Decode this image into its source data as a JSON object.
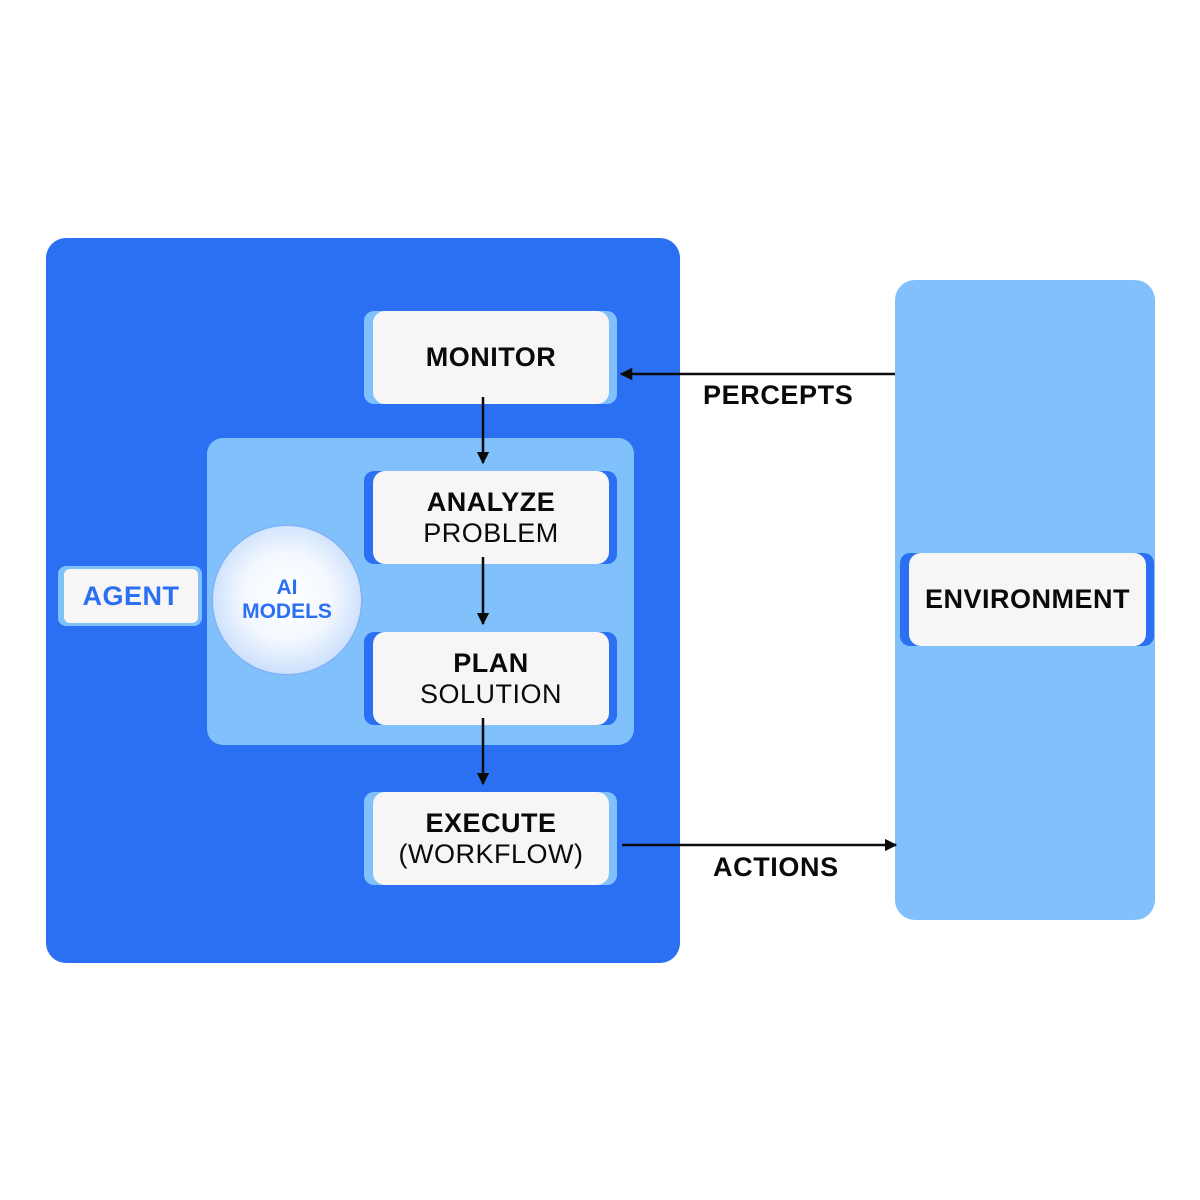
{
  "agent": {
    "label": "AGENT",
    "ai_models": {
      "line1": "AI",
      "line2": "MODELS"
    },
    "steps": {
      "monitor": {
        "title": "MONITOR",
        "subtitle": ""
      },
      "analyze": {
        "title": "ANALYZE",
        "subtitle": "PROBLEM"
      },
      "plan": {
        "title": "PLAN",
        "subtitle": "SOLUTION"
      },
      "execute": {
        "title": "EXECUTE",
        "subtitle": "(WORKFLOW)"
      }
    }
  },
  "environment": {
    "label": "ENVIRONMENT"
  },
  "edges": {
    "percepts": "PERCEPTS",
    "actions": "ACTIONS"
  },
  "colors": {
    "agent_panel": "#2b6ff2",
    "light_panel": "#80c1fc",
    "card": "#f7f5f5",
    "text": "#0a0a0a",
    "accent_text": "#2b6ff2"
  }
}
